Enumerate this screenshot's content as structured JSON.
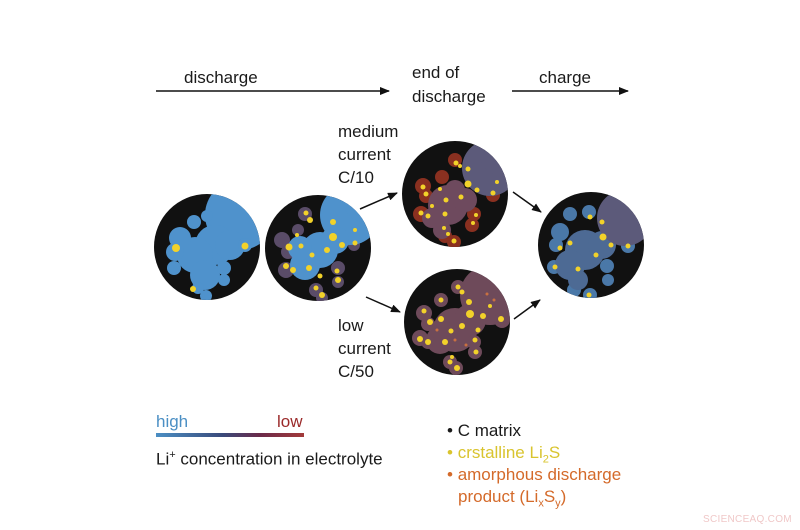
{
  "header": {
    "discharge_label": "discharge",
    "end_of_discharge_line1": "end  of",
    "end_of_discharge_line2": "discharge",
    "charge_label": "charge"
  },
  "branches": {
    "medium": {
      "line1": "medium",
      "line2": "current",
      "line3": "C/10"
    },
    "low": {
      "line1": "low",
      "line2": "current",
      "line3": "C/50"
    }
  },
  "concentration_legend": {
    "high_label": "high",
    "low_label": "low",
    "high_color": "#4b8fc4",
    "low_color": "#a33a3a",
    "caption_prefix": "Li",
    "caption_sup": "+",
    "caption_suffix": " concentration in electrolyte"
  },
  "species_legend": {
    "items": [
      {
        "bullet": "•",
        "text": "C matrix",
        "color": "#1a1a1a"
      },
      {
        "bullet": "•",
        "text_prefix": "crstalline Li",
        "sub": "2",
        "text_suffix": "S",
        "color": "#d9c42e"
      },
      {
        "bullet": "•",
        "line1": "amorphous discharge",
        "line2_prefix": "product (Li",
        "sub_x": "x",
        "mid": "S",
        "sub_y": "y",
        "line2_suffix": ")",
        "color": "#d46a2a"
      }
    ]
  },
  "particles": [
    {
      "id": "initial",
      "electrolyte_color": "#4f92cc"
    },
    {
      "id": "mid-discharge",
      "electrolyte_color": "#4f92cc"
    },
    {
      "id": "end-medium-current",
      "electrolyte_color": "#6e4a5e"
    },
    {
      "id": "end-low-current",
      "electrolyte_color": "#6e4a5a"
    },
    {
      "id": "after-charge",
      "electrolyte_color": "#4a74a0"
    }
  ],
  "colors": {
    "carbon_matrix": "#111111",
    "crystalline_li2s": "#f2d22a",
    "amorphous_product": "#c0452a",
    "arrow": "#111111"
  },
  "watermark": "SCIENCEAQ.COM"
}
